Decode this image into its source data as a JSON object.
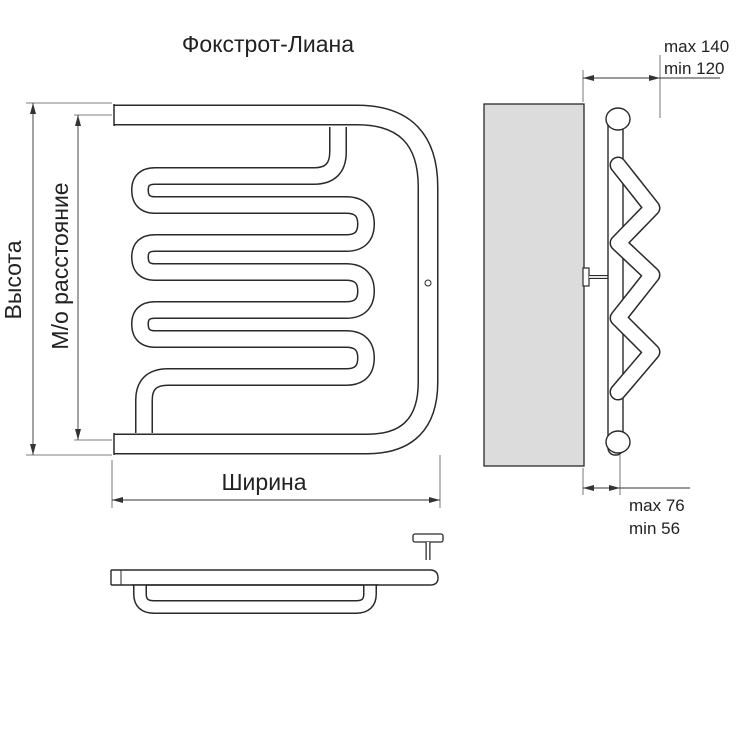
{
  "title": "Фокстрот-Лиана",
  "labels": {
    "height": "Высота",
    "center_distance": "М/о расстояние",
    "width": "Ширина",
    "depth_top_max": "max 140",
    "depth_top_min": "min 120",
    "depth_bottom_max": "max 76",
    "depth_bottom_min": "min 56"
  },
  "colors": {
    "outline": "#2a2a2a",
    "pipe_fill": "#ffffff",
    "wall_fill": "#dcdcdc",
    "text": "#222222"
  }
}
